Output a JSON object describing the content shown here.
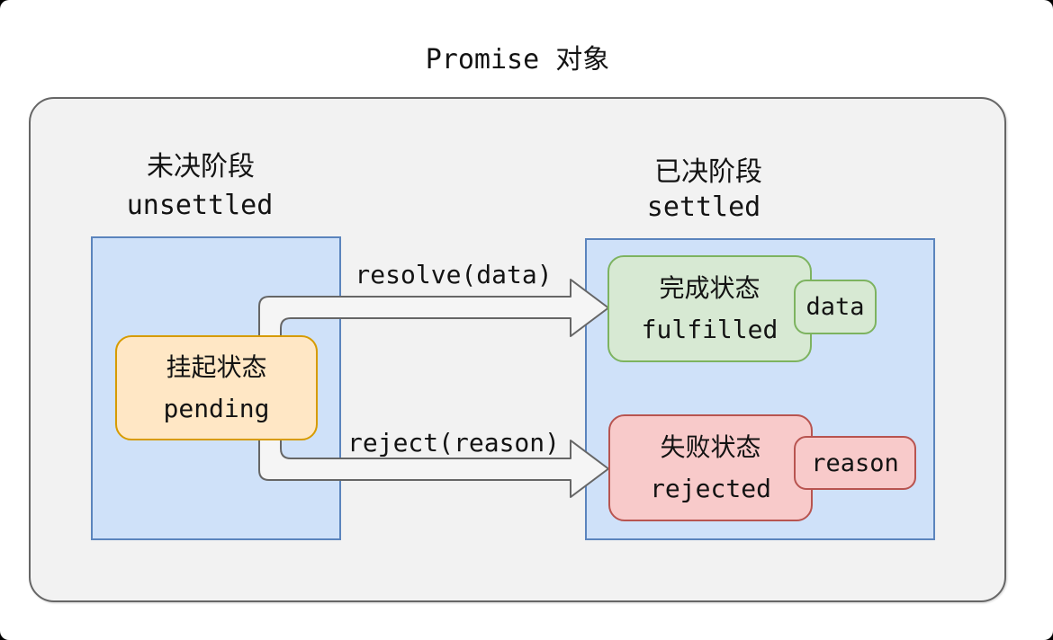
{
  "title": "Promise 对象",
  "stages": {
    "unsettled": {
      "zh": "未决阶段",
      "en": "unsettled"
    },
    "settled": {
      "zh": "已决阶段",
      "en": "settled"
    }
  },
  "states": {
    "pending": {
      "zh": "挂起状态",
      "en": "pending"
    },
    "fulfilled": {
      "zh": "完成状态",
      "en": "fulfilled",
      "payload": "data"
    },
    "rejected": {
      "zh": "失败状态",
      "en": "rejected",
      "payload": "reason"
    }
  },
  "transitions": {
    "resolve": "resolve(data)",
    "reject": "reject(reason)"
  },
  "colors": {
    "container_fill": "#f2f2f2",
    "container_stroke": "#666666",
    "stage_fill": "#cfe1f9",
    "stage_stroke": "#5b84bd",
    "pending_fill": "#ffe7c5",
    "pending_stroke": "#d79b00",
    "fulfilled_fill": "#d7e9d3",
    "fulfilled_stroke": "#7db360",
    "rejected_fill": "#f8caca",
    "rejected_stroke": "#b85450",
    "arrow_fill": "#f5f5f5",
    "arrow_stroke": "#666666",
    "text": "#131313"
  }
}
